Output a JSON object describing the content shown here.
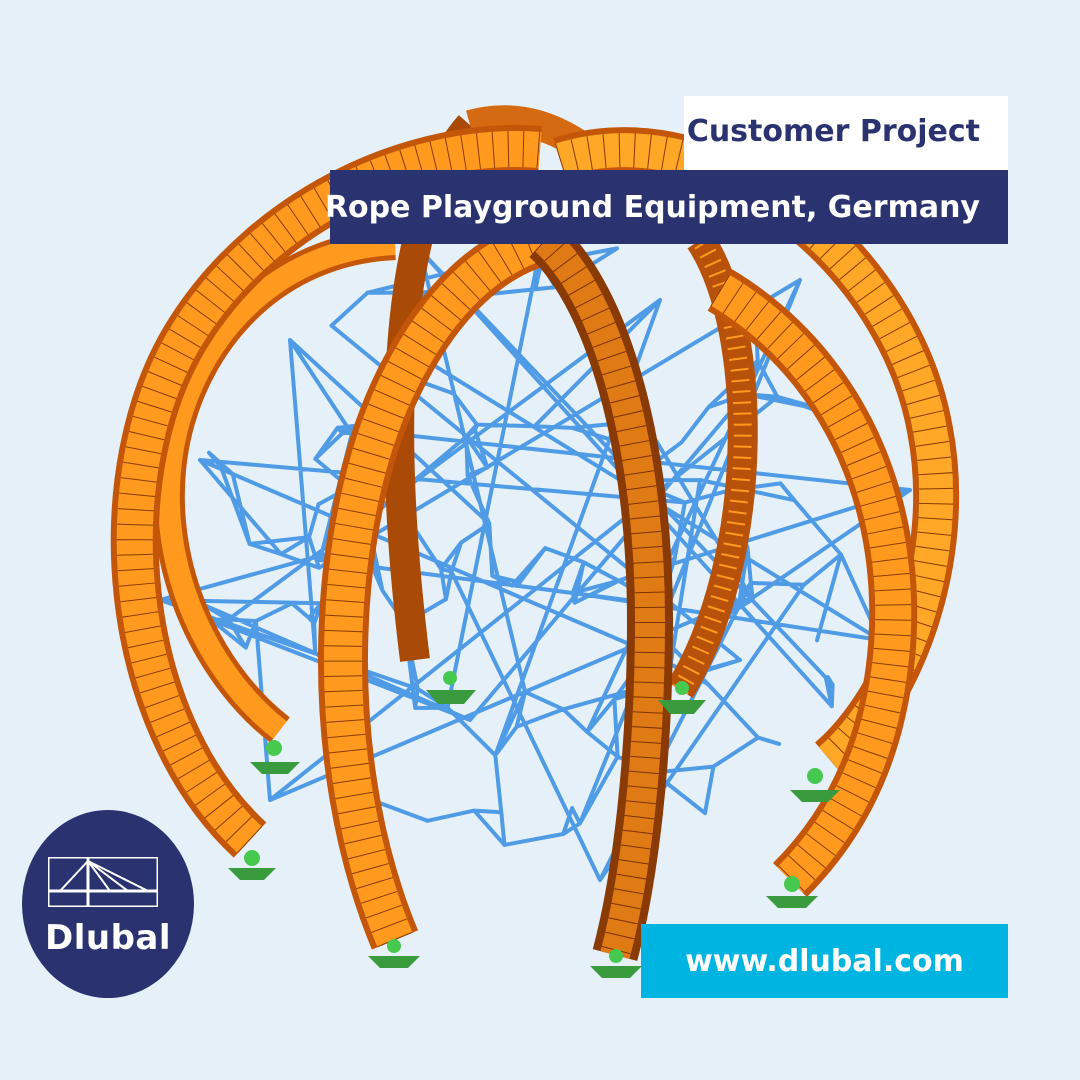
{
  "header": {
    "category": "Customer Project",
    "title": "Rope Playground Equipment, Germany"
  },
  "footer": {
    "url": "www.dlubal.com"
  },
  "logo": {
    "text": "Dlubal"
  },
  "colors": {
    "background": "#e6f0f8",
    "navy": "#2a3370",
    "cyan": "#00b4e1",
    "arch_orange": "#ff9a1e",
    "arch_dark": "#c4560a",
    "rope_blue": "#4f9be6",
    "support_green": "#3fbf4a"
  },
  "icons": {
    "logo_mark": "bridge-icon"
  }
}
